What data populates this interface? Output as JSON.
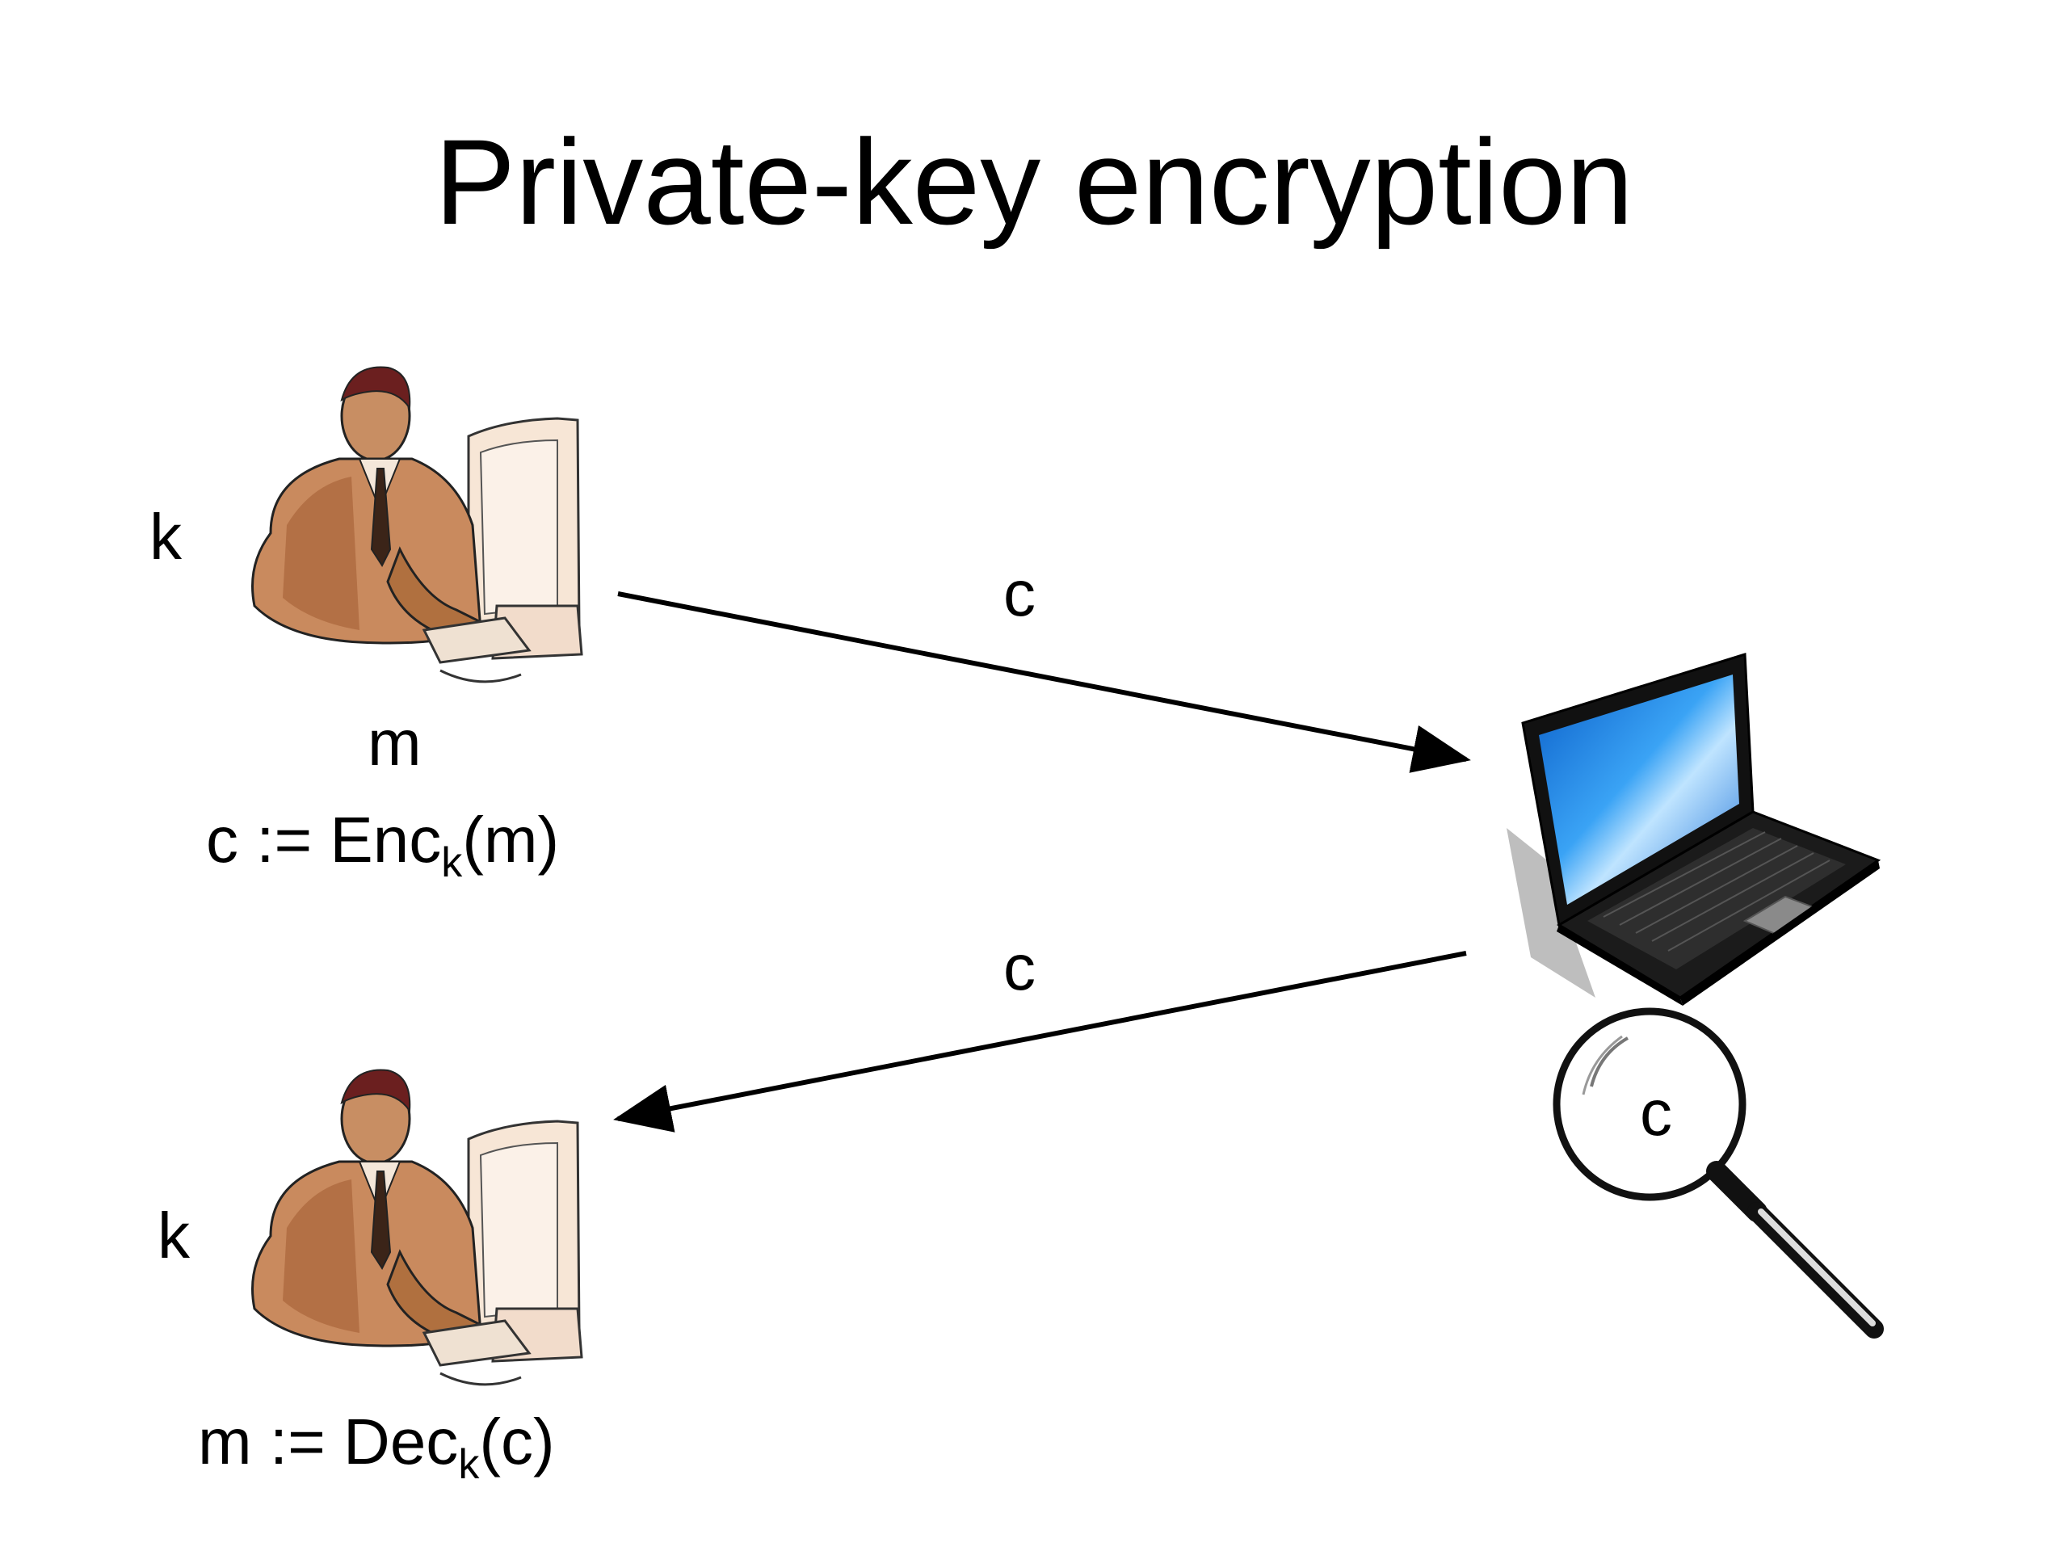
{
  "slide": {
    "title": "Private-key encryption"
  },
  "sender": {
    "key_label": "k",
    "message_label": "m",
    "encrypt_lhs": "c := Enc",
    "encrypt_sub": "k",
    "encrypt_rhs": "(m)"
  },
  "receiver": {
    "key_label": "k",
    "decrypt_lhs": "m := Dec",
    "decrypt_sub": "k",
    "decrypt_rhs": "(c)"
  },
  "channel": {
    "upper_arrow_label": "c",
    "lower_arrow_label": "c",
    "eavesdrop_label": "c"
  },
  "icons": {
    "sender": "person-at-computer-icon",
    "receiver": "person-at-computer-icon",
    "channel": "laptop-icon",
    "eavesdropper": "magnifying-glass-icon"
  },
  "colors": {
    "skin": "#b87a4b",
    "suit": "#c98a5e",
    "screen": "#1e88e5",
    "ink": "#000000"
  }
}
